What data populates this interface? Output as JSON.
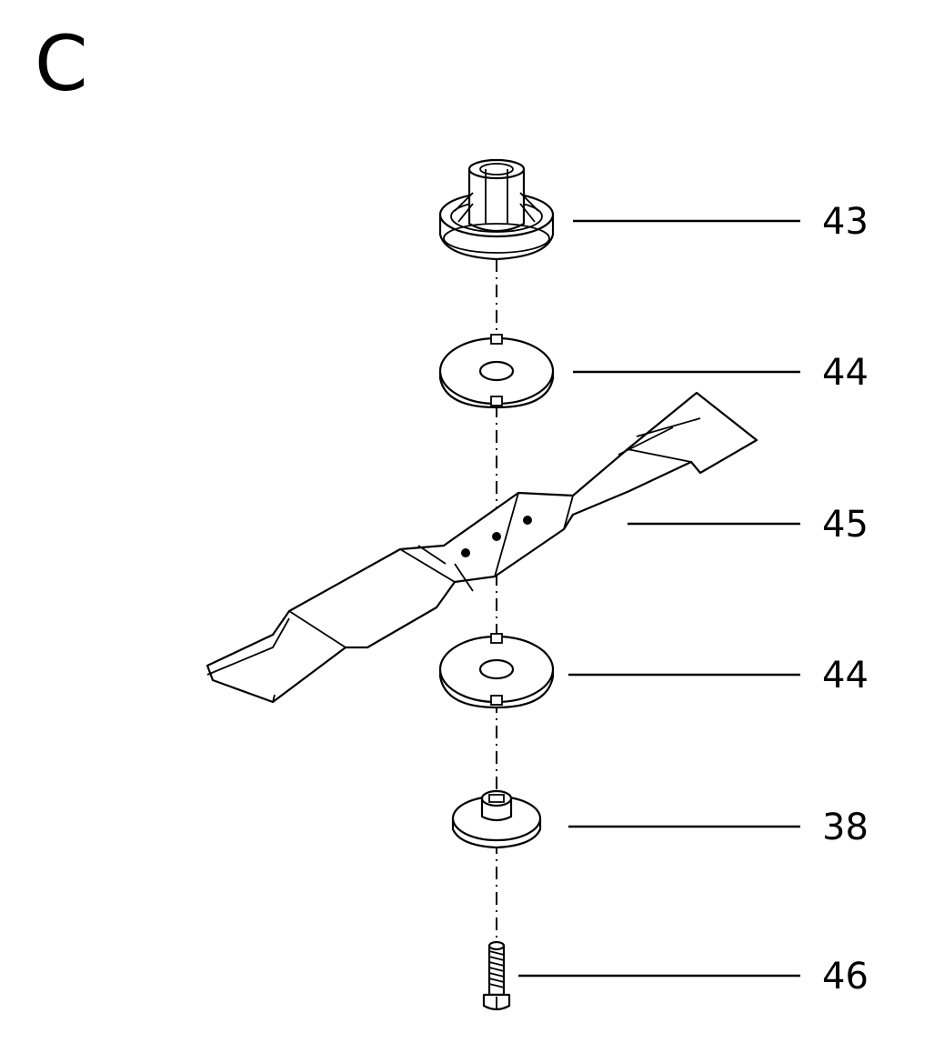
{
  "diagram": {
    "section_letter": "C",
    "callouts": [
      {
        "id": "hub",
        "number": "43"
      },
      {
        "id": "upper-washer",
        "number": "44"
      },
      {
        "id": "blade",
        "number": "45"
      },
      {
        "id": "lower-washer",
        "number": "44"
      },
      {
        "id": "retainer",
        "number": "38"
      },
      {
        "id": "bolt",
        "number": "46"
      }
    ]
  }
}
